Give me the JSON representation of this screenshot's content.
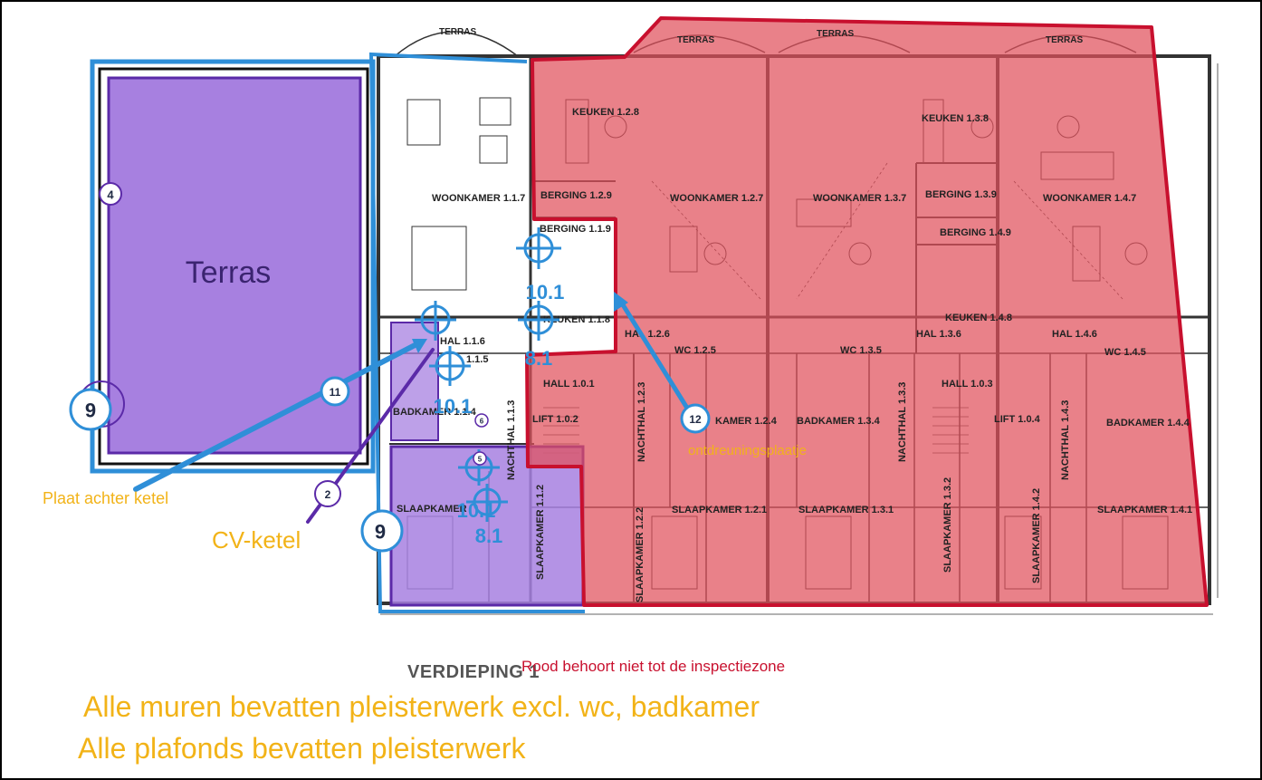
{
  "rooms": {
    "woonkamer_117": "WOONKAMER 1.1.7",
    "berging_119": "BERGING 1.1.9",
    "keuken_118": "KEUKEN 1.1.8",
    "hal_116": "HAL 1.1.6",
    "wc_115": "1.1.5",
    "badkamer_114": "BADKAMER 1.1.4",
    "nachthal_113": "NACHTHAL 1.1.3",
    "slaapkamer_111": "SLAAPKAMER",
    "slaapkamer_112": "SLAAPKAMER 1.1.2",
    "keuken_128": "KEUKEN 1.2.8",
    "berging_129": "BERGING 1.2.9",
    "woonkamer_127": "WOONKAMER 1.2.7",
    "hal_126": "HAL 1.2.6",
    "wc_125": "WC 1.2.5",
    "hall_101": "HALL 1.0.1",
    "lift_102": "LIFT 1.0.2",
    "badkamer_124": "KAMER 1.2.4",
    "nachthal_123": "NACHTHAL 1.2.3",
    "slaapkamer_122": "SLAAPKAMER 1.2.2",
    "slaapkamer_121": "SLAAPKAMER 1.2.1",
    "keuken_138": "KEUKEN 1.3.8",
    "berging_139": "BERGING 1.3.9",
    "woonkamer_137": "WOONKAMER 1.3.7",
    "hal_136": "HAL 1.3.6",
    "wc_135": "WC 1.3.5",
    "badkamer_134": "BADKAMER 1.3.4",
    "nachthal_133": "NACHTHAL 1.3.3",
    "slaapkamer_132": "SLAAPKAMER 1.3.2",
    "slaapkamer_131": "SLAAPKAMER 1.3.1",
    "hall_103": "HALL 1.0.3",
    "berging_149": "BERGING 1.4.9",
    "woonkamer_147": "WOONKAMER 1.4.7",
    "keuken_148": "KEUKEN 1.4.8",
    "hal_146": "HAL 1.4.6",
    "wc_145": "WC 1.4.5",
    "lift_104": "LIFT 1.0.4",
    "nachthal_143": "NACHTHAL 1.4.3",
    "badkamer_144": "BADKAMER 1.4.4",
    "slaapkamer_142": "SLAAPKAMER 1.4.2",
    "slaapkamer_141": "SLAAPKAMER 1.4.1"
  },
  "terras_small": "TERRAS",
  "terras_big": "Terras",
  "floor_title": "VERDIEPING 1",
  "red_zone_note": "Rood behoort niet tot de inspectiezone",
  "badges": {
    "b4": "4",
    "b9a": "9",
    "b9b": "9",
    "b11": "11",
    "b2": "2",
    "b12": "12",
    "s6": "6",
    "s5": "5"
  },
  "codes": {
    "c10_1_kitchen": "10.1",
    "c8_1_kitchen": "8.1",
    "c10_1_bath": "10.1",
    "c10_1_bed": "10.1",
    "c8_1_bed": "8.1"
  },
  "labels": {
    "plaat": "Plaat achter ketel",
    "cv": "CV-ketel",
    "ontdreuning": "ontdreuningsplaatje"
  },
  "notes": {
    "muren": "Alle muren bevatten pleisterwerk excl. wc, badkamer",
    "plafonds": "Alle plafonds bevatten pleisterwerk"
  },
  "colors": {
    "red_zone": "#e0505c",
    "red_outline": "#c8102e",
    "purple_zone": "#a780e0",
    "purple_outline": "#5b2aa8",
    "blue_outline": "#2f8fd8",
    "label_yellow": "#f2b318"
  }
}
